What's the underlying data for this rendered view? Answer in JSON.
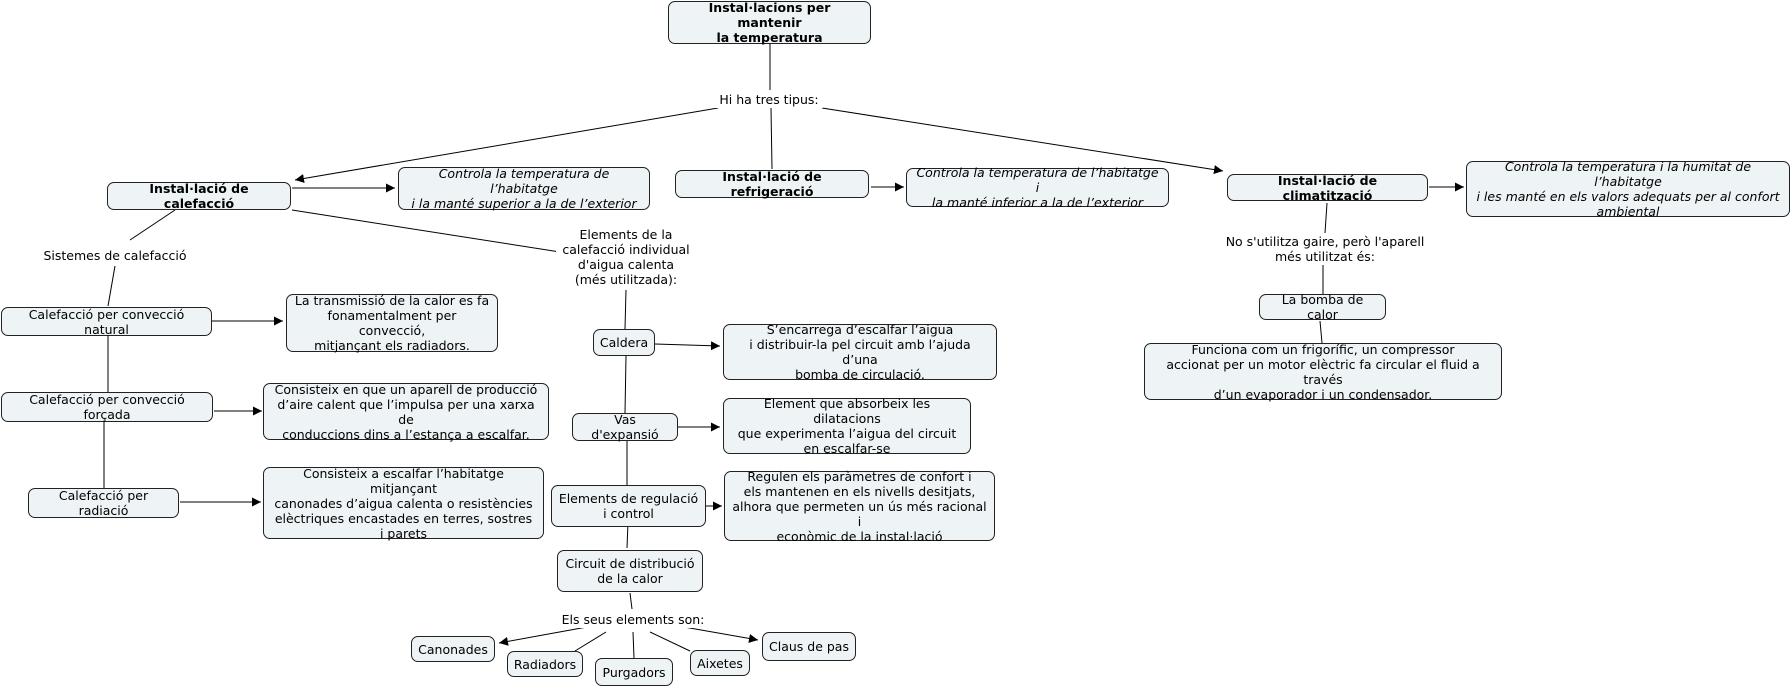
{
  "root": "Instal·lacions per mantenir\nla temperatura",
  "types_label": "Hi ha tres tipus:",
  "heating": {
    "title": "Instal·lació de calefacció",
    "desc": "Controla la temperatura de l’habitatge\ni la manté superior a la de l’exterior",
    "systems_label": "Sistemes de calefacció",
    "natural": "Calefacció per convecció natural",
    "natural_desc": "La transmissió de la calor es fa\nfonamentalment per convecció,\nmitjançant els radiadors.",
    "forced": "Calefacció per convecció forçada",
    "forced_desc": "Consisteix en que un aparell de producció\nd’aire calent que l’impulsa per una xarxa de\nconduccions dins a l’estança a escalfar.",
    "radiation": "Calefacció per radiació",
    "radiation_desc": "Consisteix a escalfar l’habitatge mitjançant\ncanonades d’aigua calenta o resistències\nelèctriques encastades en terres, sostres\ni parets",
    "elements_label": "Elements de la\ncalefacció individual\nd'aigua calenta\n(més utilitzada):",
    "boiler": "Caldera",
    "boiler_desc": "S’encarrega d’escalfar l’aigua\ni distribuir-la pel circuit amb l’ajuda d’una\nbomba de circulació.",
    "expansion": "Vas d'expansió",
    "expansion_desc": "Element que absorbeix les dilatacions\nque experimenta l’aigua del circuit\nen escalfar-se",
    "regulation": "Elements de regulació\ni control",
    "regulation_desc": "Regulen els paràmetres de confort i\nels mantenen  en els nivells desitjats,\nalhora que permeten un ús més racional i\neconòmic de la instal·lació",
    "circuit": "Circuit de distribució\nde la calor",
    "circuit_elements_label": "Els seus elements son:",
    "pipes": "Canonades",
    "radiators": "Radiadors",
    "purgers": "Purgadors",
    "taps": "Aixetes",
    "valves": "Claus de pas"
  },
  "cooling": {
    "title": "Instal·lació de refrigeració",
    "desc": "Controla la temperatura de l’habitatge i\nla manté inferior a la de l’exterior"
  },
  "climate": {
    "title": "Instal·lació de climatització",
    "desc": "Controla la temperatura i la humitat de l’habitatge\ni les manté en els valors adequats per al confort\nambiental",
    "usage_label": "No s'utilitza gaire, però l'aparell\nmés utilitzat és:",
    "heat_pump": "La bomba de calor",
    "heat_pump_desc": "Funciona com un frigorífic, un compressor\naccionat per un motor elèctric fa circular el fluid a través\nd’un evaporador i un condensador."
  }
}
